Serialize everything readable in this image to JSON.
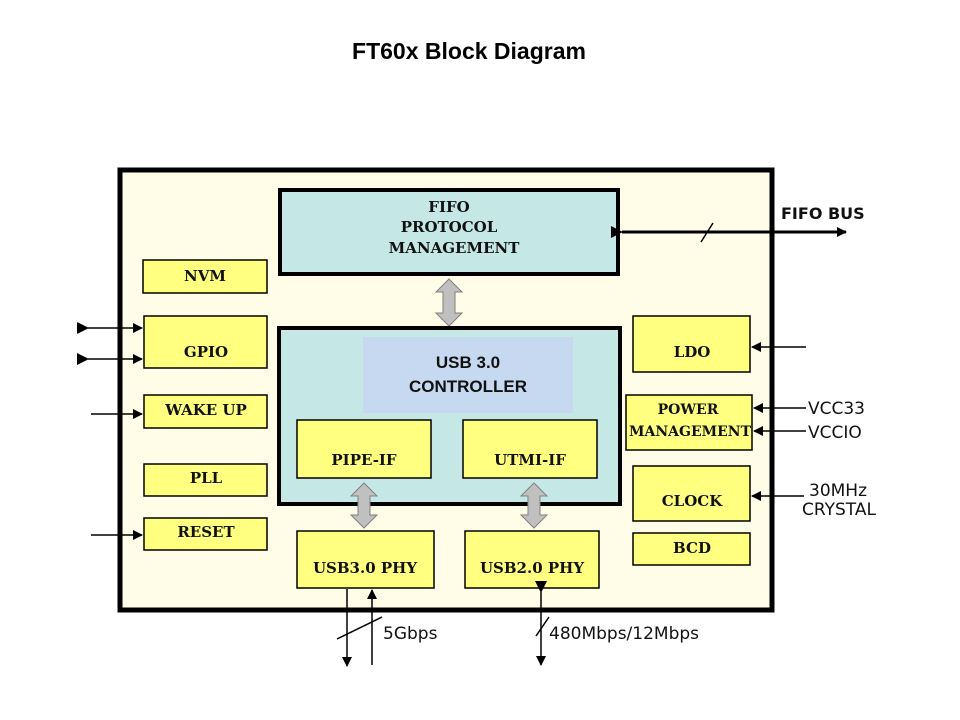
{
  "title": "FT60x Block Diagram",
  "colors": {
    "chip_fill": "#fffde8",
    "block_yellow": "#ffff80",
    "block_cyan": "#c5e8e6",
    "controller_label_bg": "#c6d9f1",
    "gray_arrow": "#c0c0c0",
    "border": "#000000"
  },
  "blocks": {
    "fifo": [
      "FIFO",
      "PROTOCOL",
      "MANAGEMENT"
    ],
    "controller": [
      "USB 3.0",
      "CONTROLLER"
    ],
    "pipe_if": "PIPE-IF",
    "utmi_if": "UTMI-IF",
    "usb3_phy": "USB3.0 PHY",
    "usb2_phy": "USB2.0 PHY",
    "nvm": "NVM",
    "gpio": "GPIO",
    "wake_up": "WAKE UP",
    "pll": "PLL",
    "reset": "RESET",
    "ldo": "LDO",
    "power": [
      "POWER",
      "MANAGEMENT"
    ],
    "clock": "CLOCK",
    "bcd": "BCD"
  },
  "external": {
    "fifo_bus": "FIFO BUS",
    "vcc33": "VCC33",
    "vccio": "VCCIO",
    "crystal": [
      "30MHz",
      "CRYSTAL"
    ],
    "usb3_speed": "5Gbps",
    "usb2_speed": "480Mbps/12Mbps"
  }
}
